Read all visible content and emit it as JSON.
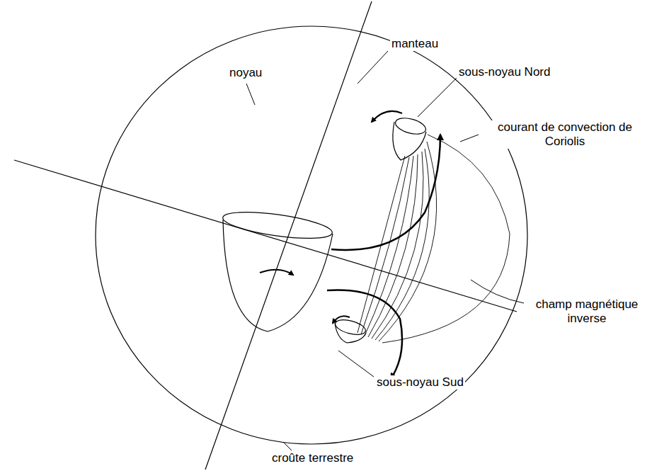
{
  "diagram": {
    "labels": [
      "manteau",
      "noyau",
      "sous-noyau Nord",
      "courant de convection de Coriolis",
      "champ magnétique inverse",
      "sous-noyau Sud",
      "croûte terrestre"
    ]
  }
}
